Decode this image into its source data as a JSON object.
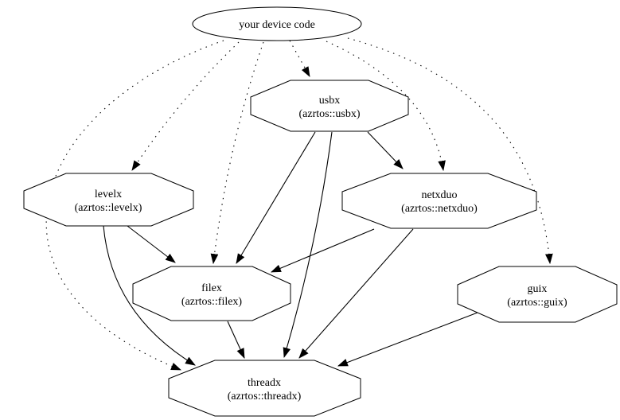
{
  "colors": {
    "background": "#ffffff",
    "stroke": "#000000",
    "text": "#000000"
  },
  "nodes": {
    "device": {
      "label": "your device code",
      "shape": "ellipse"
    },
    "usbx": {
      "name": "usbx",
      "qualified": "(azrtos::usbx)",
      "shape": "octagon"
    },
    "levelx": {
      "name": "levelx",
      "qualified": "(azrtos::levelx)",
      "shape": "octagon"
    },
    "netxduo": {
      "name": "netxduo",
      "qualified": "(azrtos::netxduo)",
      "shape": "octagon"
    },
    "filex": {
      "name": "filex",
      "qualified": "(azrtos::filex)",
      "shape": "octagon"
    },
    "guix": {
      "name": "guix",
      "qualified": "(azrtos::guix)",
      "shape": "octagon"
    },
    "threadx": {
      "name": "threadx",
      "qualified": "(azrtos::threadx)",
      "shape": "octagon"
    }
  },
  "edges": [
    {
      "from": "your device code",
      "to": "usbx",
      "style": "dotted"
    },
    {
      "from": "your device code",
      "to": "levelx",
      "style": "dotted"
    },
    {
      "from": "your device code",
      "to": "filex",
      "style": "dotted"
    },
    {
      "from": "your device code",
      "to": "netxduo",
      "style": "dotted"
    },
    {
      "from": "your device code",
      "to": "guix",
      "style": "dotted"
    },
    {
      "from": "your device code",
      "to": "threadx",
      "style": "dotted"
    },
    {
      "from": "usbx",
      "to": "netxduo",
      "style": "solid"
    },
    {
      "from": "usbx",
      "to": "filex",
      "style": "solid"
    },
    {
      "from": "usbx",
      "to": "threadx",
      "style": "solid"
    },
    {
      "from": "levelx",
      "to": "filex",
      "style": "solid"
    },
    {
      "from": "levelx",
      "to": "threadx",
      "style": "solid"
    },
    {
      "from": "netxduo",
      "to": "filex",
      "style": "solid"
    },
    {
      "from": "netxduo",
      "to": "threadx",
      "style": "solid"
    },
    {
      "from": "filex",
      "to": "threadx",
      "style": "solid"
    },
    {
      "from": "guix",
      "to": "threadx",
      "style": "solid"
    }
  ]
}
